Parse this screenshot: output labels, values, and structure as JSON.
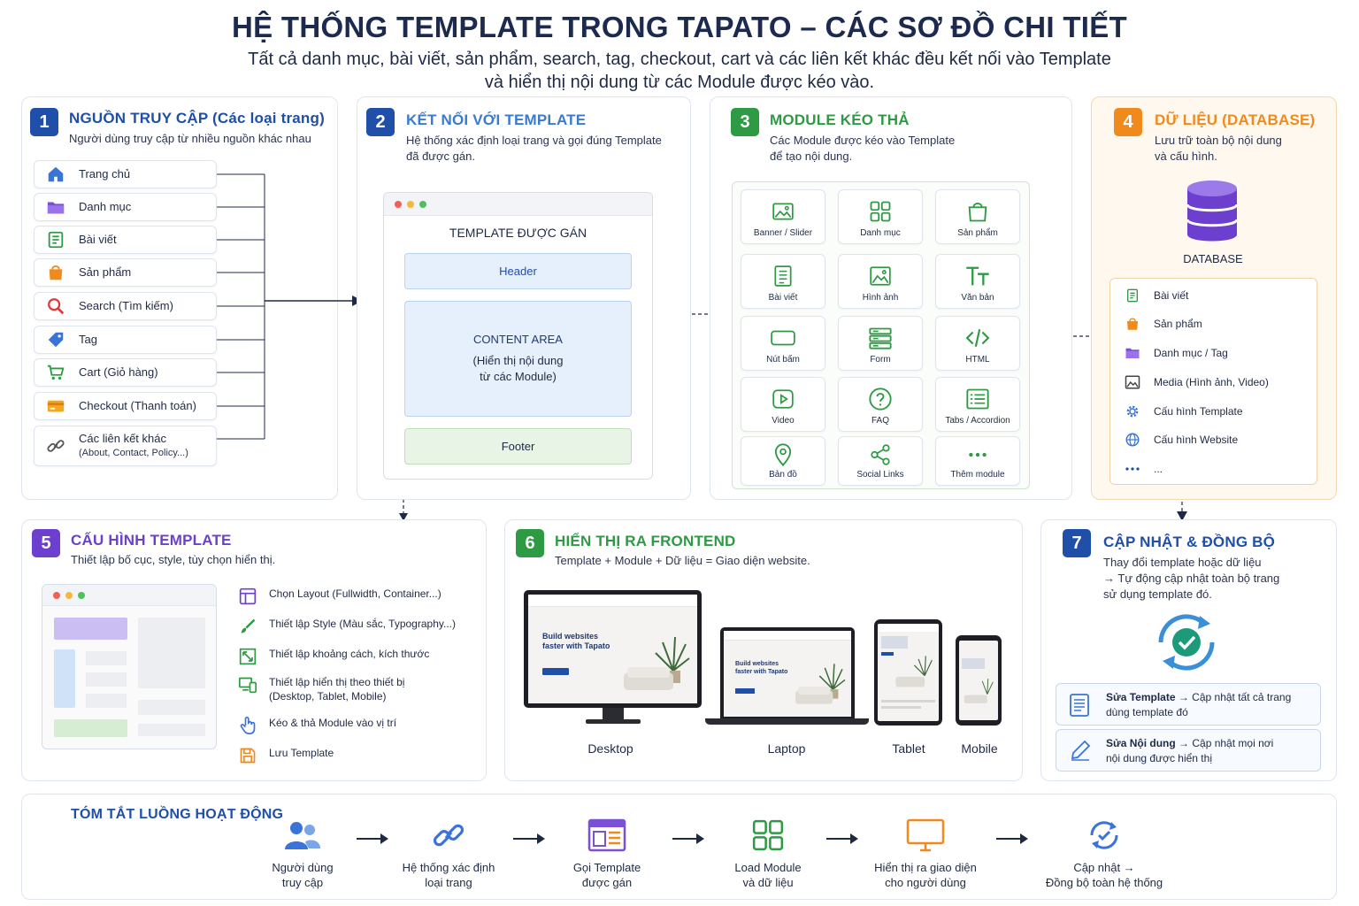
{
  "header": {
    "title": "HỆ THỐNG TEMPLATE TRONG TAPATO – CÁC SƠ ĐỒ CHI TIẾT",
    "subtitle_line1": "Tất cả danh mục, bài viết, sản phẩm, search, tag, checkout, cart và các liên kết khác đều kết nối vào Template",
    "subtitle_line2": "và hiển thị nội dung từ các Module được kéo vào."
  },
  "colors": {
    "blue": "#1f4fa8",
    "green": "#2e9a44",
    "orange": "#f08a1c",
    "purple": "#6d3fcf",
    "navy": "#1b2a4e"
  },
  "panel1": {
    "num": "1",
    "title": "NGUỒN TRUY CẬP (Các loại trang)",
    "desc": "Người dùng truy cập từ nhiều nguồn khác nhau",
    "items": [
      {
        "icon": "home-icon",
        "label": "Trang chủ",
        "sub": ""
      },
      {
        "icon": "folder-icon",
        "label": "Danh mục",
        "sub": ""
      },
      {
        "icon": "document-icon",
        "label": "Bài viết",
        "sub": ""
      },
      {
        "icon": "shopping-bag-icon",
        "label": "Sản phẩm",
        "sub": ""
      },
      {
        "icon": "search-icon",
        "label": "Search (Tìm kiếm)",
        "sub": ""
      },
      {
        "icon": "tag-icon",
        "label": "Tag",
        "sub": ""
      },
      {
        "icon": "cart-icon",
        "label": "Cart (Giỏ hàng)",
        "sub": ""
      },
      {
        "icon": "credit-card-icon",
        "label": "Checkout (Thanh toán)",
        "sub": ""
      },
      {
        "icon": "link-icon",
        "label": "Các liên kết khác",
        "sub": "(About, Contact, Policy...)"
      }
    ]
  },
  "panel2": {
    "num": "2",
    "title": "KẾT NỐI VỚI TEMPLATE",
    "desc1": "Hệ thống xác định loại trang và gọi đúng Template",
    "desc2": "đã được gán.",
    "window_title": "TEMPLATE ĐƯỢC GÁN",
    "header_label": "Header",
    "content_title": "CONTENT AREA",
    "content_sub1": "(Hiển thị nội dung",
    "content_sub2": "từ các Module)",
    "footer_label": "Footer"
  },
  "panel3": {
    "num": "3",
    "title": "MODULE KÉO THẢ",
    "desc1": "Các Module được kéo vào Template",
    "desc2": "để tạo nội dung.",
    "modules": [
      {
        "icon": "image-icon",
        "label": "Banner / Slider"
      },
      {
        "icon": "grid-icon",
        "label": "Danh mục"
      },
      {
        "icon": "shopping-bag-icon",
        "label": "Sản phẩm"
      },
      {
        "icon": "document-icon",
        "label": "Bài viết"
      },
      {
        "icon": "image-icon",
        "label": "Hình ảnh"
      },
      {
        "icon": "text-icon",
        "label": "Văn bản"
      },
      {
        "icon": "button-icon",
        "label": "Nút bấm"
      },
      {
        "icon": "form-icon",
        "label": "Form"
      },
      {
        "icon": "code-icon",
        "label": "HTML"
      },
      {
        "icon": "video-icon",
        "label": "Video"
      },
      {
        "icon": "question-icon",
        "label": "FAQ"
      },
      {
        "icon": "tabs-icon",
        "label": "Tabs / Accordion"
      },
      {
        "icon": "map-pin-icon",
        "label": "Bản đồ"
      },
      {
        "icon": "share-icon",
        "label": "Social Links"
      },
      {
        "icon": "more-icon",
        "label": "Thêm module"
      }
    ]
  },
  "panel4": {
    "num": "4",
    "title": "DỮ LIỆU (DATABASE)",
    "desc1": "Lưu trữ toàn bộ nội dung",
    "desc2": "và cấu hình.",
    "db_label": "DATABASE",
    "items": [
      {
        "icon": "document-icon",
        "label": "Bài viết"
      },
      {
        "icon": "shopping-bag-icon",
        "label": "Sản phẩm"
      },
      {
        "icon": "folder-icon",
        "label": "Danh mục / Tag"
      },
      {
        "icon": "image-icon",
        "label": "Media (Hình ảnh, Video)"
      },
      {
        "icon": "gear-icon",
        "label": "Cấu hình Template"
      },
      {
        "icon": "globe-icon",
        "label": "Cấu hình Website"
      },
      {
        "icon": "more-icon",
        "label": "..."
      }
    ]
  },
  "panel5": {
    "num": "5",
    "title": "CẤU HÌNH TEMPLATE",
    "desc": "Thiết lập bố cục, style, tùy chọn hiển thị.",
    "items": [
      {
        "icon": "layout-icon",
        "label": "Chọn Layout (Fullwidth, Container...)",
        "label2": ""
      },
      {
        "icon": "brush-icon",
        "label": "Thiết lập Style (Màu sắc, Typography...)",
        "label2": ""
      },
      {
        "icon": "resize-icon",
        "label": "Thiết lập khoảng cách, kích thước",
        "label2": ""
      },
      {
        "icon": "devices-icon",
        "label": "Thiết lập hiển thị theo thiết bị",
        "label2": "(Desktop, Tablet, Mobile)"
      },
      {
        "icon": "hand-pointer-icon",
        "label": "Kéo & thả Module vào vị trí",
        "label2": ""
      },
      {
        "icon": "save-icon",
        "label": "Lưu Template",
        "label2": ""
      }
    ]
  },
  "panel6": {
    "num": "6",
    "title": "HIỂN THỊ RA FRONTEND",
    "desc": "Template + Module + Dữ liệu = Giao diện website.",
    "hero1": "Build websites",
    "hero2": "faster with Tapato",
    "devices": [
      "Desktop",
      "Laptop",
      "Tablet",
      "Mobile"
    ]
  },
  "panel7": {
    "num": "7",
    "title": "CẬP NHẬT & ĐỒNG BỘ",
    "desc1": "Thay đổi template hoặc dữ liệu",
    "desc2": "→ Tự động cập nhật toàn bộ trang",
    "desc3": "sử dụng template đó.",
    "box1_bold": "Sửa Template",
    "box1_rest": " → Cập nhật tất cả trang",
    "box1_line2": "dùng template đó",
    "box2_bold": "Sửa Nội dung",
    "box2_rest": " → Cập nhật mọi nơi",
    "box2_line2": "nội dung được hiển thị"
  },
  "summary": {
    "title": "TÓM TẮT LUỒNG HOẠT ĐỘNG",
    "steps": [
      {
        "icon": "users-icon",
        "l1": "Người dùng",
        "l2": "truy cập"
      },
      {
        "icon": "link-icon",
        "l1": "Hệ thống xác định",
        "l2": "loại trang"
      },
      {
        "icon": "template-icon",
        "l1": "Gọi Template",
        "l2": "được gán"
      },
      {
        "icon": "grid-icon",
        "l1": "Load Module",
        "l2": "và dữ liệu"
      },
      {
        "icon": "monitor-icon",
        "l1": "Hiển thị ra giao diện",
        "l2": "cho người dùng"
      },
      {
        "icon": "sync-icon",
        "l1": "Cập nhật →",
        "l2": "Đồng bộ toàn hệ thống"
      }
    ]
  }
}
